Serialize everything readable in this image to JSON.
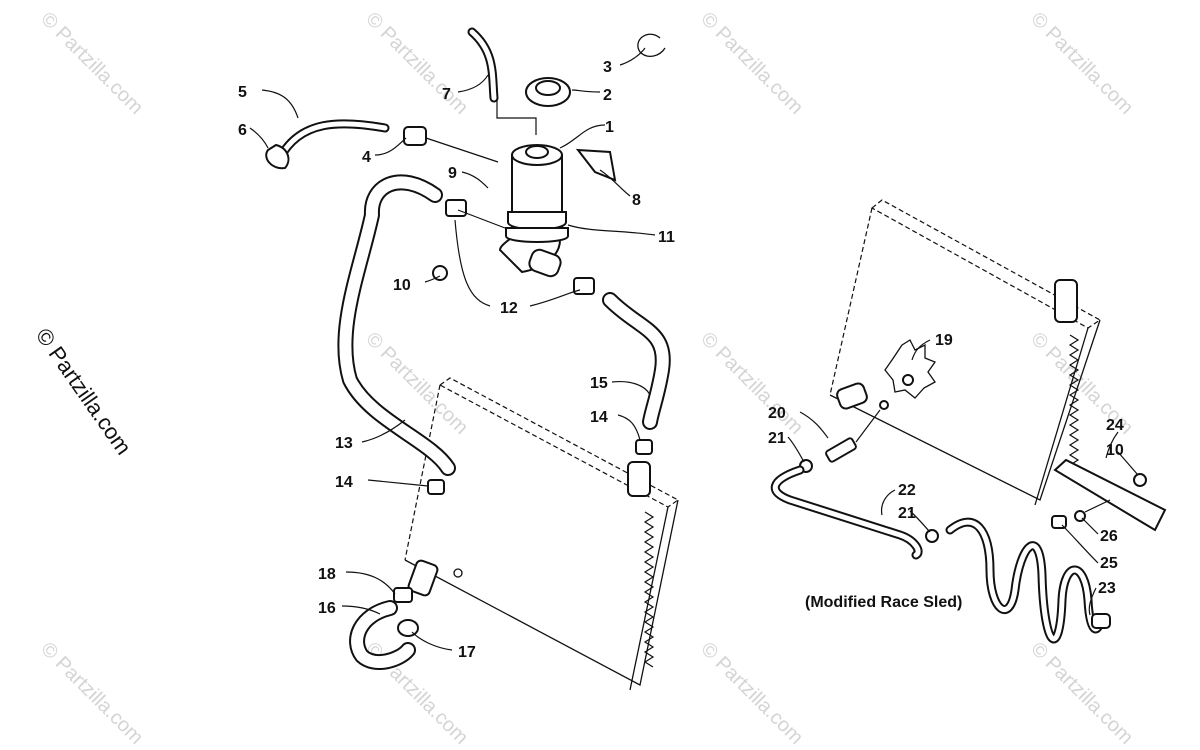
{
  "watermark_text": "© Partzilla.com",
  "side_watermark": "© Partzilla.com",
  "caption": "(Modified Race Sled)",
  "callouts": [
    "1",
    "2",
    "3",
    "4",
    "5",
    "6",
    "7",
    "8",
    "9",
    "10",
    "11",
    "12",
    "13",
    "14",
    "14",
    "15",
    "16",
    "17",
    "18",
    "19",
    "20",
    "21",
    "21",
    "22",
    "23",
    "24",
    "10",
    "25",
    "26"
  ]
}
